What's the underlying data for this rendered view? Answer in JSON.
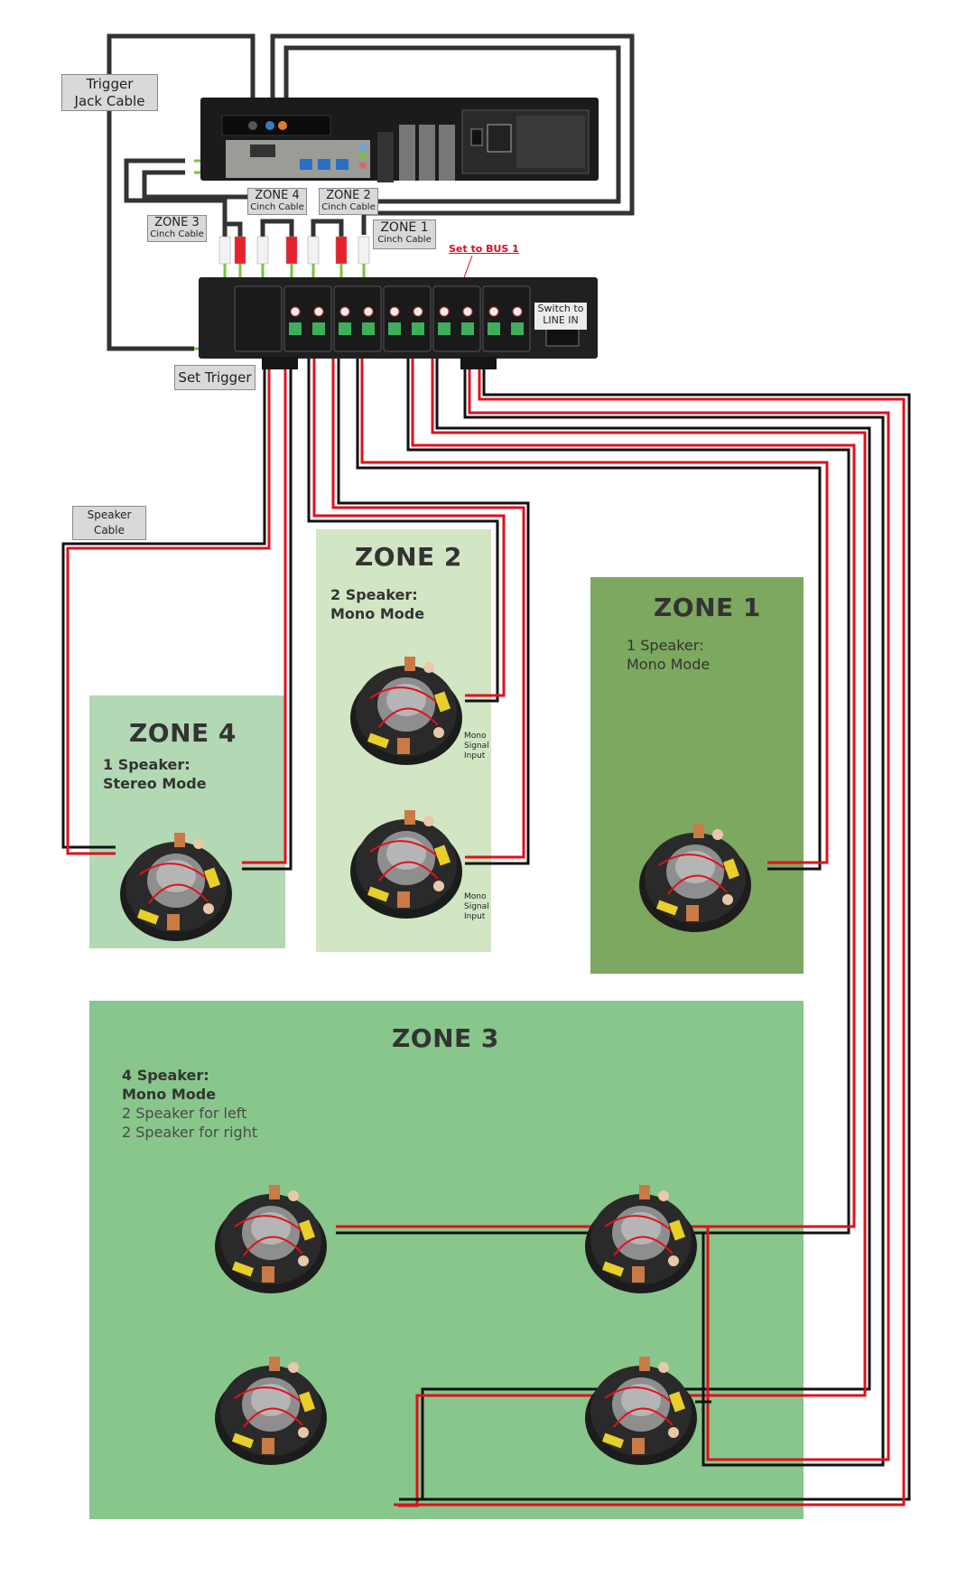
{
  "diagram": {
    "title": "Multi-zone speaker wiring diagram",
    "colors": {
      "zone1": "#7da85f",
      "zone2": "#d2e6c4",
      "zone3": "#88c68c",
      "zone4": "#b2d8b4",
      "speaker_red": "#e0101c",
      "speaker_black": "#111111",
      "jack_cable": "#333333",
      "arrow_green": "#7fbf3f",
      "annotation_red": "#d3121f"
    },
    "callouts": {
      "trigger_jack_cable": [
        "Trigger",
        "Jack Cable"
      ],
      "zone4_cinch": {
        "zone": "ZONE 4",
        "cable": "Cinch Cable"
      },
      "zone2_cinch": {
        "zone": "ZONE 2",
        "cable": "Cinch Cable"
      },
      "zone3_cinch": {
        "zone": "ZONE 3",
        "cable": "Cinch Cable"
      },
      "zone1_cinch": {
        "zone": "ZONE 1",
        "cable": "Cinch Cable"
      },
      "set_trigger": "Set Trigger",
      "speaker_cable": [
        "Speaker",
        "Cable"
      ],
      "set_to_bus": "Set to BUS 1",
      "switch_line_in": [
        "Switch to",
        "LINE IN"
      ]
    },
    "devices": {
      "pc": "PC rear panel",
      "amplifier": "Multi-zone amplifier rear panel"
    },
    "zones": {
      "zone1": {
        "title": "ZONE 1",
        "line1": "1 Speaker:",
        "line2": "Mono Mode",
        "speakers": 1
      },
      "zone2": {
        "title": "ZONE 2",
        "line1": "2 Speaker:",
        "line2": "Mono Mode",
        "speakers": 2,
        "speaker_note": [
          "Mono",
          "Signal",
          "Input"
        ]
      },
      "zone3": {
        "title": "ZONE 3",
        "line1": "4 Speaker:",
        "line2": "Mono Mode",
        "line3": "2 Speaker for left",
        "line4": "2 Speaker for right",
        "speakers": 4
      },
      "zone4": {
        "title": "ZONE 4",
        "line1": "1 Speaker:",
        "line2": "Stereo Mode",
        "speakers": 1
      }
    }
  }
}
